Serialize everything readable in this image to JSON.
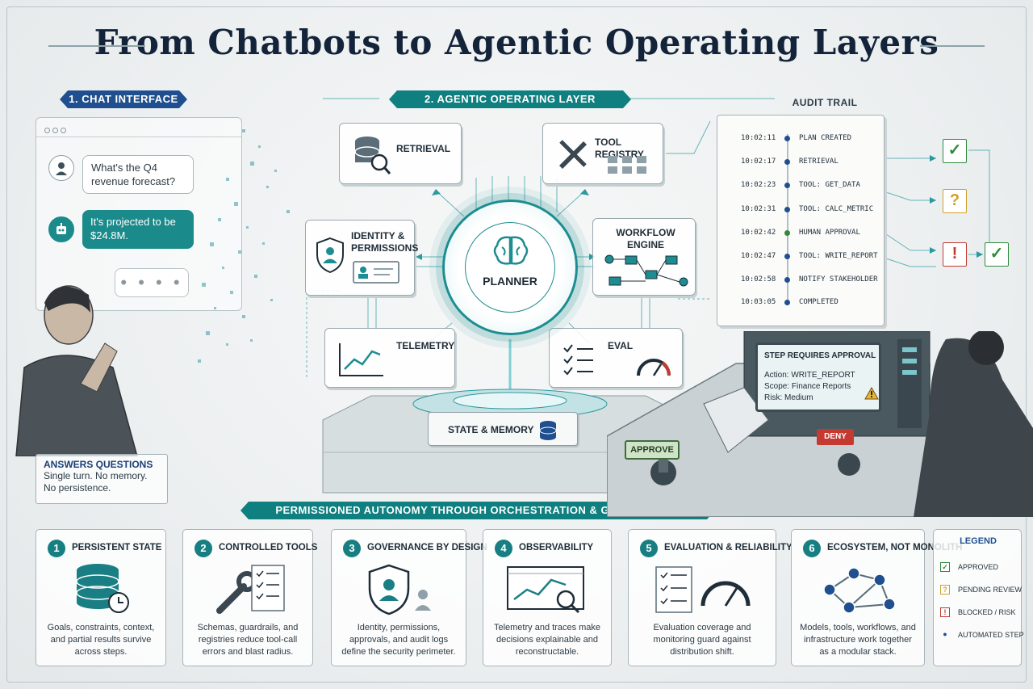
{
  "title": "From Chatbots to Agentic Operating Layers",
  "sections": {
    "chat": "1. CHAT INTERFACE",
    "agentic": "2. AGENTIC OPERATING LAYER",
    "audit": "AUDIT TRAIL",
    "governance": "PERMISSIONED AUTONOMY THROUGH ORCHESTRATION & GOVERNANCE"
  },
  "chat": {
    "user_message": "What's the Q4 revenue forecast?",
    "bot_message": "It's projected to be $24.8M.",
    "typing": "• • • •",
    "note_title": "ANSWERS QUESTIONS",
    "note_lines": [
      "Single turn. No memory.",
      "No persistence."
    ]
  },
  "modules": {
    "retrieval": "RETRIEVAL",
    "tool_registry": "TOOL REGISTRY",
    "identity": "IDENTITY & PERMISSIONS",
    "workflow": "WORKFLOW ENGINE",
    "telemetry": "TELEMETRY",
    "eval": "EVAL",
    "planner": "PLANNER",
    "state": "STATE & MEMORY"
  },
  "audit": [
    {
      "time": "10:02:11",
      "event": "PLAN CREATED"
    },
    {
      "time": "10:02:17",
      "event": "RETRIEVAL"
    },
    {
      "time": "10:02:23",
      "event": "TOOL: GET_DATA"
    },
    {
      "time": "10:02:31",
      "event": "TOOL: CALC_METRIC"
    },
    {
      "time": "10:02:42",
      "event": "HUMAN APPROVAL"
    },
    {
      "time": "10:02:47",
      "event": "TOOL: WRITE_REPORT"
    },
    {
      "time": "10:02:58",
      "event": "NOTIFY STAKEHOLDER"
    },
    {
      "time": "10:03:05",
      "event": "COMPLETED"
    }
  ],
  "console": {
    "screen_title": "STEP REQUIRES APPROVAL",
    "action": "Action: WRITE_REPORT",
    "scope": "Scope: Finance Reports",
    "risk": "Risk:  Medium",
    "approve": "APPROVE",
    "deny": "DENY"
  },
  "cards": [
    {
      "num": "1",
      "title": "PERSISTENT STATE",
      "icon": "database-clock-icon",
      "desc": "Goals, constraints, context, and partial results survive across steps."
    },
    {
      "num": "2",
      "title": "CONTROLLED TOOLS",
      "icon": "wrench-checklist-icon",
      "desc": "Schemas, guardrails, and registries reduce tool-call errors and blast radius."
    },
    {
      "num": "3",
      "title": "GOVERNANCE BY DESIGN",
      "icon": "shield-user-icon",
      "desc": "Identity, permissions, approvals, and audit logs define the security perimeter."
    },
    {
      "num": "4",
      "title": "OBSERVABILITY",
      "icon": "chart-magnifier-icon",
      "desc": "Telemetry and traces make decisions explainable and reconstructable."
    },
    {
      "num": "5",
      "title": "EVALUATION & RELIABILITY",
      "icon": "checklist-gauge-icon",
      "desc": "Evaluation coverage and monitoring guard against distribution shift."
    },
    {
      "num": "6",
      "title": "ECOSYSTEM, NOT MONOLITH",
      "icon": "network-graph-icon",
      "desc": "Models, tools, workflows, and infrastructure work together as a modular stack."
    }
  ],
  "legend": {
    "title": "LEGEND",
    "items": [
      {
        "symbol": "✓",
        "label": "APPROVED",
        "color": "#2e8b3a"
      },
      {
        "symbol": "?",
        "label": "PENDING REVIEW",
        "color": "#d2a02a"
      },
      {
        "symbol": "!",
        "label": "BLOCKED / RISK",
        "color": "#c23a30"
      },
      {
        "symbol": "●",
        "label": "AUTOMATED STEP",
        "color": "#1f4f8f"
      }
    ]
  },
  "colors": {
    "teal": "#0f7f80",
    "navy": "#1f4f8f",
    "approved": "#2e8b3a",
    "pending": "#d2a02a",
    "blocked": "#c23a30"
  }
}
